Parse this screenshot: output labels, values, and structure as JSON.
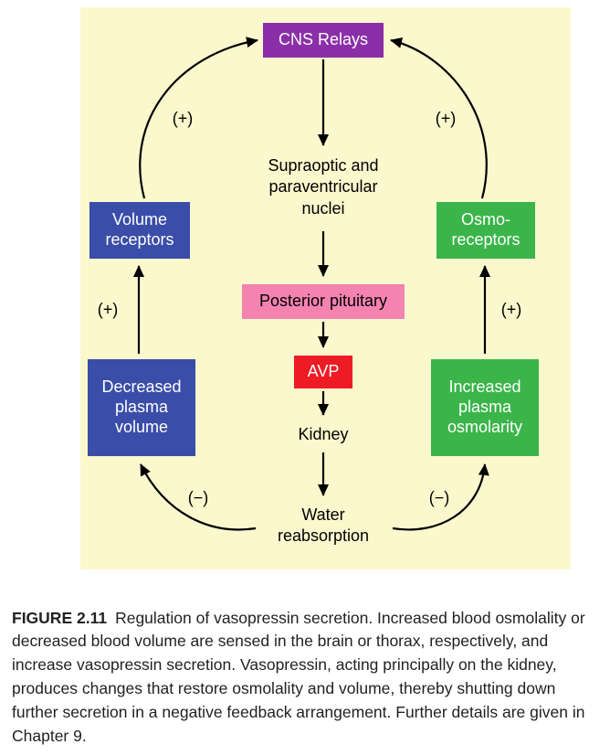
{
  "colors": {
    "panel_bg": "#FBF8CE",
    "purple": "#8B2FA8",
    "blue": "#3A4DA8",
    "green": "#3BB54A",
    "pink": "#F483B0",
    "red": "#ED1C24",
    "arrow": "#000000"
  },
  "diagram": {
    "cns_relays": "CNS Relays",
    "nuclei": "Supraoptic and\nparaventricular\nnuclei",
    "posterior_pituitary": "Posterior pituitary",
    "avp": "AVP",
    "kidney": "Kidney",
    "water_reabsorption": "Water\nreabsorption",
    "volume_receptors": "Volume\nreceptors",
    "decreased_plasma_volume": "Decreased\nplasma\nvolume",
    "osmoreceptors": "Osmo-\nreceptors",
    "increased_plasma_osmolarity": "Increased\nplasma\nosmolarity",
    "labels": {
      "plus_top_left": "(+)",
      "plus_top_right": "(+)",
      "plus_mid_left": "(+)",
      "plus_mid_right": "(+)",
      "minus_bottom_left": "(−)",
      "minus_bottom_right": "(−)"
    }
  },
  "caption": {
    "label": "FIGURE 2.11",
    "text": "Regulation of vasopressin secretion. Increased blood osmolality or decreased blood volume are sensed in the brain or thorax, respectively, and increase vasopressin secretion. Vasopressin, acting principally on the kidney, produces changes that restore osmolality and volume, thereby shutting down further secretion in a negative feedback arrangement. Further details are given in Chapter 9."
  }
}
